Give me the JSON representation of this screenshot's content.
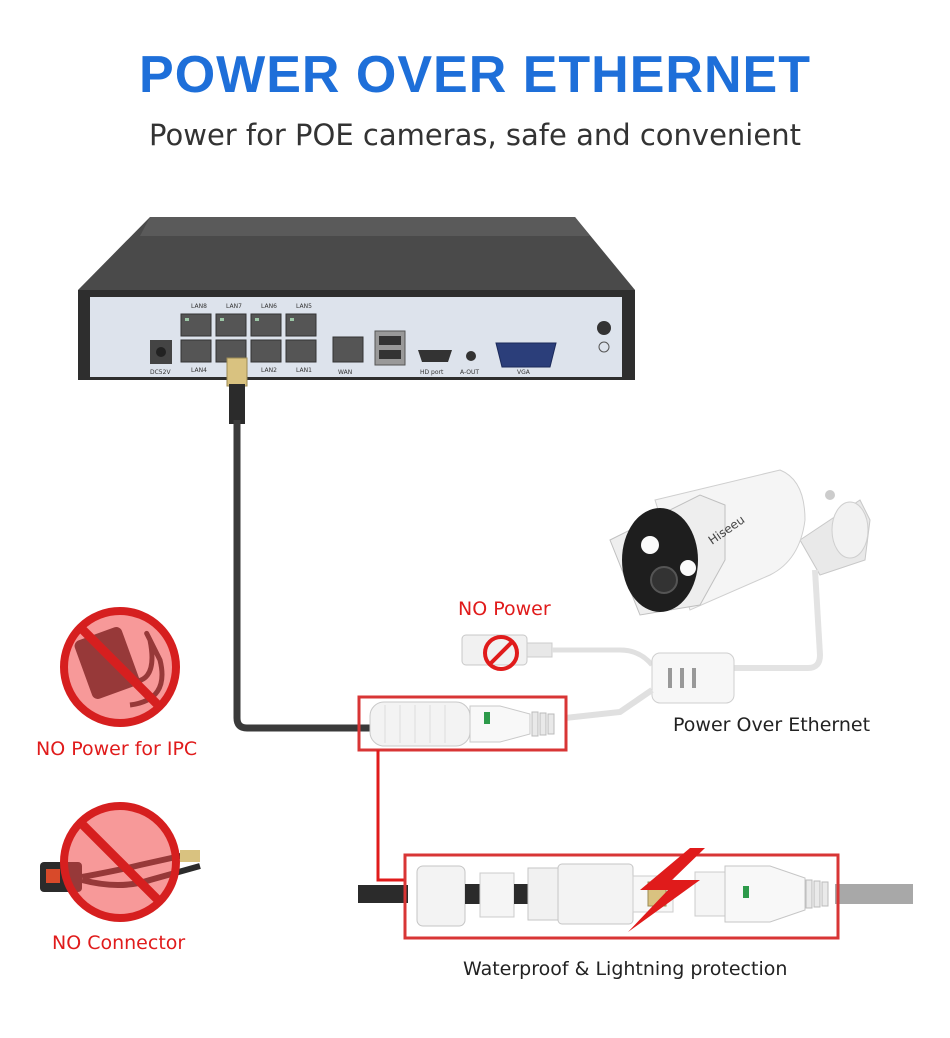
{
  "header": {
    "title": "POWER OVER ETHERNET",
    "subtitle": "Power for POE cameras, safe and convenient"
  },
  "nvr": {
    "port_labels_top": [
      "LAN8",
      "LAN7",
      "LAN6",
      "LAN5"
    ],
    "port_labels_bottom": [
      "LAN4",
      "LAN2",
      "LAN1"
    ],
    "dc_label": "DC52V",
    "wan_label": "WAN",
    "hd_label": "HD port",
    "aout_label": "A-OUT",
    "vga_label": "VGA"
  },
  "camera": {
    "brand": "Hiseeu"
  },
  "labels": {
    "no_power": "NO Power",
    "poe": "Power Over Ethernet",
    "no_power_ipc": "NO Power for IPC",
    "no_connector": "NO Connector",
    "waterproof": "Waterproof & Lightning protection"
  },
  "colors": {
    "title_blue": "#1e6fd9",
    "warning_red": "#e01b1b",
    "nvr_body": "#3a3a3a",
    "nvr_panel": "#dde3ec"
  }
}
